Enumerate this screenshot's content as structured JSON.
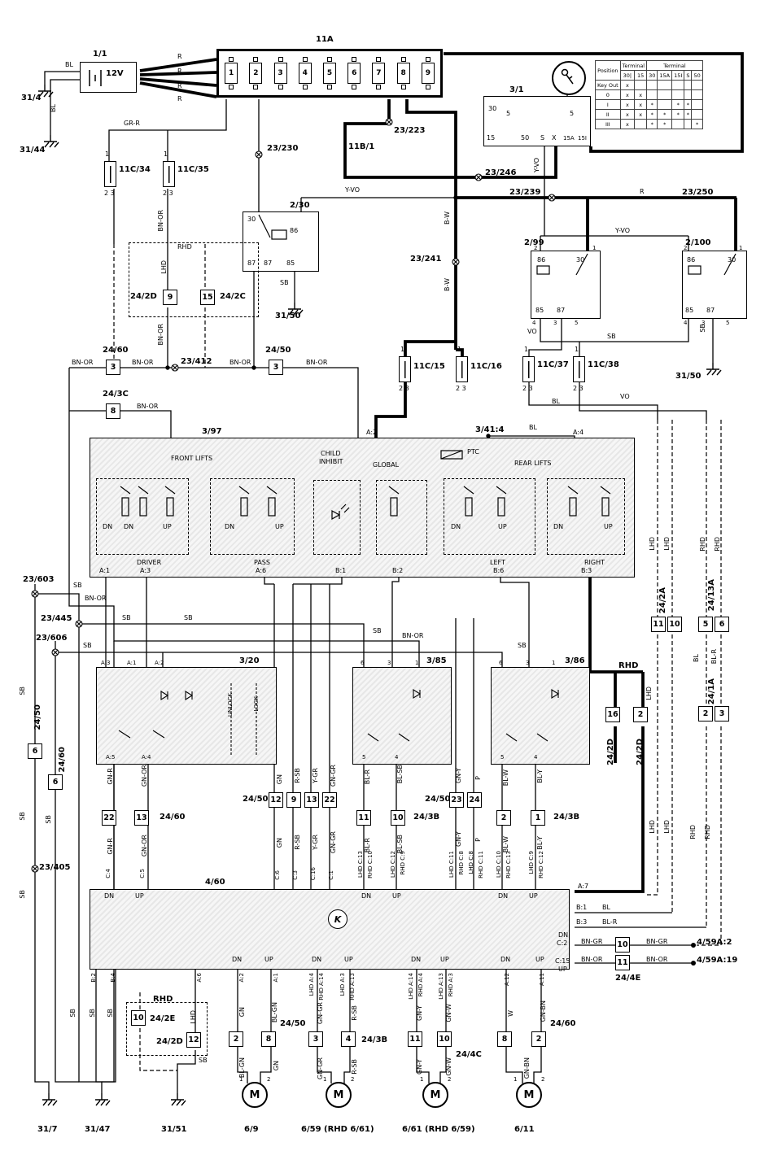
{
  "w": {
    "R": "R",
    "BL": "BL",
    "SB": "SB",
    "VO": "VO",
    "P": "P",
    "W": "W",
    "GN": "GN",
    "GRR": "GR-R",
    "BNOR": "BN-OR",
    "YVO": "Y-VO",
    "BW": "B-W",
    "RSB": "R-SB",
    "YGR": "Y-GR",
    "GNGR": "GN-GR",
    "GNR": "GN-R",
    "GNOR": "GN-OR",
    "BLR": "BL-R",
    "BLSB": "BL-SB",
    "GNY": "GN-Y",
    "GNW": "GN-W",
    "BLW": "BL-W",
    "BLY": "BL-Y",
    "GNBN": "GN-BN",
    "BNGR": "BN-GR",
    "BLGN": "BL-GN"
  },
  "c": {
    "battery": "1/1",
    "battery_v": "12V",
    "fusebox": "11A",
    "c11b1": "11B/1",
    "c3_1": "3/1",
    "r2_30": "2/30",
    "r2_99": "2/99",
    "r2_100": "2/100",
    "f11c34": "11C/34",
    "f11c35": "11C/35",
    "f11c15": "11C/15",
    "f11c16": "11C/16",
    "f11c37": "11C/37",
    "f11c38": "11C/38",
    "p3_97": "3/97",
    "s3_41_4": "3/41:4",
    "m3_20": "3/20",
    "m3_85": "3/85",
    "m3_86": "3/86",
    "u4_60": "4/60",
    "m6_9": "6/9",
    "m6_59": "6/59 (RHD 6/61)",
    "m6_61": "6/61 (RHD 6/59)",
    "m6_11": "6/11"
  },
  "g": {
    "g31_4": "31/4",
    "g31_44": "31/44",
    "g31_50": "31/50",
    "g31_7": "31/7",
    "g31_47": "31/47",
    "g31_51": "31/51"
  },
  "s": {
    "s230": "23/230",
    "s223": "23/223",
    "s246": "23/246",
    "s239": "23/239",
    "s250": "23/250",
    "s241": "23/241",
    "s412": "23/412",
    "s603": "23/603",
    "s445": "23/445",
    "s606": "23/606",
    "s405": "23/405"
  },
  "k": {
    "k24_2D": "24/2D",
    "k24_2C": "24/2C",
    "k24_2E": "24/2E",
    "k24_60": "24/60",
    "k24_50": "24/50",
    "k24_3C": "24/3C",
    "k24_3B": "24/3B",
    "k24_4C": "24/4C",
    "k24_4E": "24/4E",
    "k24_2A": "24/2A",
    "k24_13A": "24/13A",
    "k24_1A": "24/1A",
    "k4_59A2": "4/59A:2",
    "k4_59A19": "4/59A:19"
  },
  "p": {
    "A1": "A:1",
    "A2": "A:2",
    "A3": "A:3",
    "A4": "A:4",
    "A5": "A:5",
    "A6": "A:6",
    "A7": "A:7",
    "A11": "A:11",
    "A12": "A:12",
    "B1": "B:1",
    "B2": "B:2",
    "B3": "B:3",
    "B4": "B:4",
    "B6": "B:6",
    "C1": "C:1",
    "C2": "C:2",
    "C3": "C:3",
    "C4": "C:4",
    "C5": "C:5",
    "C6": "C:6",
    "C15": "C:15",
    "C16": "C:16",
    "LA4": "LHD A:4",
    "RA14": "RHD A:14",
    "LA3": "LHD A:3",
    "RA13": "RHD A:13",
    "LA14": "LHD A:14",
    "RA4": "RHD A:4",
    "LA13": "LHD A:13",
    "RA3": "RHD A:3",
    "LC13": "LHD C:13",
    "RC10": "RHD C:10",
    "LC12": "LHD C:12",
    "RC9": "RHD C:9",
    "LC11": "LHD C:11",
    "RC8": "RHD C:8",
    "LC8": "LHD C:8",
    "RC11": "RHD C:11",
    "LC10": "LHD C:10",
    "RC13": "RHD C:13",
    "LC9": "LHD C:9",
    "RC12": "RHD C:12"
  },
  "n": {
    "n1": "1",
    "n2": "2",
    "n3": "3",
    "n4": "4",
    "n5": "5",
    "n6": "6",
    "n7": "7",
    "n8": "8",
    "n9": "9",
    "n10": "10",
    "n11": "11",
    "n12": "12",
    "n13": "13",
    "n15": "15",
    "n16": "16",
    "n22": "22",
    "n23": "23",
    "n24": "24",
    "n30": "30",
    "n50": "50",
    "n85": "85",
    "n86": "86",
    "n87": "87",
    "n23x": "2 3",
    "nS": "S",
    "nX": "X",
    "n15A": "15A",
    "n15I": "15I"
  },
  "txt": {
    "lhd": "LHD",
    "rhd": "RHD",
    "dn": "DN",
    "up": "UP",
    "unlock": "UNLOCK",
    "lock": "LOCK",
    "front": "FRONT LIFTS",
    "child": "CHILD",
    "inhibit": "INHIBIT",
    "global": "GLOBAL",
    "ptc": "PTC",
    "rear": "REAR LIFTS",
    "driver": "DRIVER",
    "pass": "PASS",
    "left": "LEFT",
    "right": "RIGHT",
    "M": "M",
    "K": "K"
  },
  "fusebox": {
    "fuses": [
      "1",
      "2",
      "3",
      "4",
      "5",
      "6",
      "7",
      "8",
      "9"
    ]
  },
  "ign": {
    "h_pos": "Position",
    "h_term": "Terminal",
    "cols": [
      "30|",
      "15",
      "30",
      "15A",
      "15I",
      "S",
      "50"
    ],
    "rows": [
      [
        "Key Out",
        "x",
        "",
        "",
        "",
        "",
        "",
        ""
      ],
      [
        "0",
        "x",
        "x",
        "",
        "",
        "",
        "",
        ""
      ],
      [
        "I",
        "x",
        "x",
        "*",
        "",
        "*",
        "*",
        ""
      ],
      [
        "II",
        "x",
        "x",
        "*",
        "*",
        "*",
        "*",
        ""
      ],
      [
        "III",
        "x",
        "",
        "*",
        "*",
        "",
        "",
        "*"
      ]
    ]
  }
}
